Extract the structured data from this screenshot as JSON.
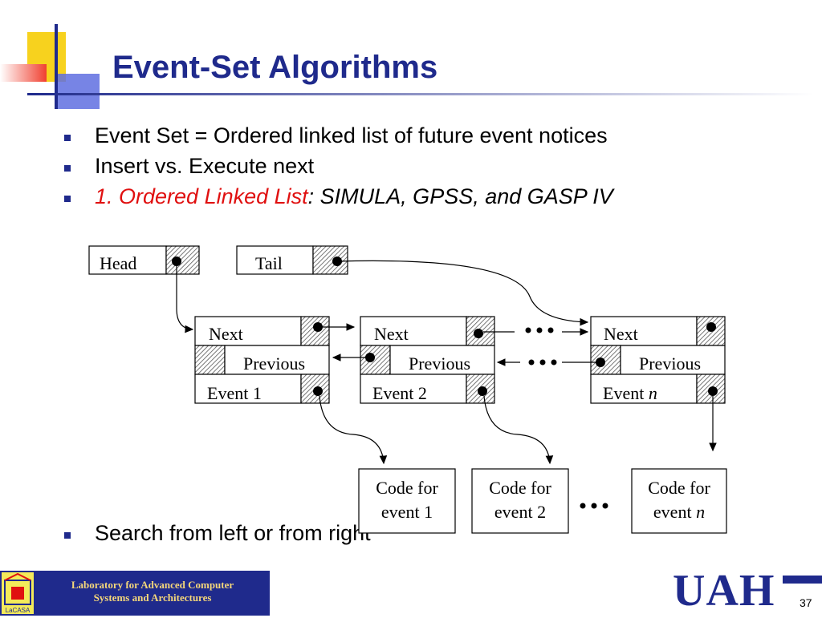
{
  "slide": {
    "title": "Event-Set Algorithms",
    "bullets": [
      {
        "text": "Event Set = Ordered linked list of future event notices"
      },
      {
        "text": "Insert vs. Execute next"
      },
      {
        "highlight": "1. Ordered Linked List",
        "rest": ": SIMULA, GPSS, and GASP IV"
      },
      {
        "text": "Search from left or from right"
      }
    ],
    "page_number": "37"
  },
  "diagram": {
    "head_label": "Head",
    "tail_label": "Tail",
    "nodes": [
      {
        "next": "Next",
        "previous": "Previous",
        "event": "Event 1"
      },
      {
        "next": "Next",
        "previous": "Previous",
        "event": "Event 2"
      },
      {
        "next": "Next",
        "previous": "Previous",
        "event_prefix": "Event ",
        "event_n": "n"
      }
    ],
    "code_boxes": [
      {
        "line1": "Code for",
        "line2": "event 1"
      },
      {
        "line1": "Code for",
        "line2": "event 2"
      },
      {
        "line1": "Code for",
        "line2_prefix": "event ",
        "line2_n": "n"
      }
    ]
  },
  "footer": {
    "lab_line1": "Laboratory for Advanced Computer",
    "lab_line2": "Systems and Architectures",
    "logo_caption": "LaCASA",
    "university_logo": "UAH"
  },
  "colors": {
    "title": "#1f2a8c",
    "highlight": "#e01010",
    "footer_bar": "#1f2a8c"
  }
}
